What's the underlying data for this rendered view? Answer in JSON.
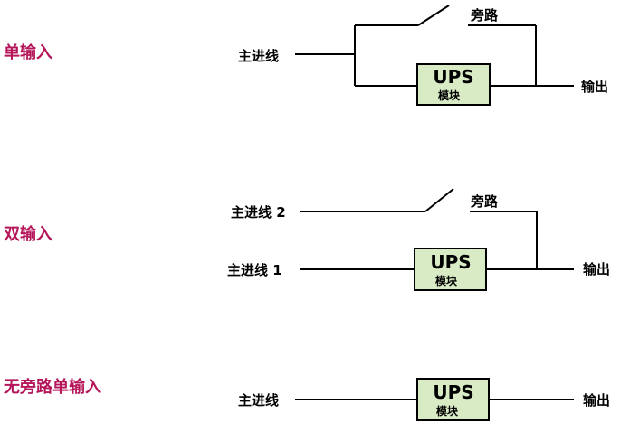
{
  "sections": {
    "single": {
      "title": "单输入",
      "input": "主进线",
      "bypass": "旁路",
      "output": "输出",
      "ups_line1": "UPS",
      "ups_line2": "模块"
    },
    "dual": {
      "title": "双输入",
      "input2": "主进线 2",
      "input1": "主进线  1",
      "bypass": "旁路",
      "output": "输出",
      "ups_line1": "UPS",
      "ups_line2": "模块"
    },
    "nobypass": {
      "title": "无旁路单输入",
      "input": "主进线",
      "output": "输出",
      "ups_line1": "UPS",
      "ups_line2": "模块"
    }
  },
  "colors": {
    "title": "#b5165a",
    "ups_fill": "#d9ebc4",
    "line": "#000000"
  }
}
